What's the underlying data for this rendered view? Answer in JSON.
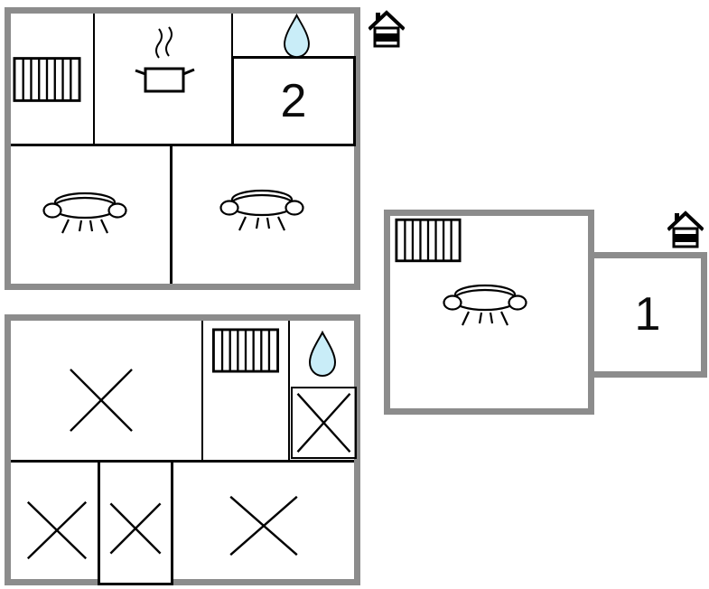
{
  "canvas": {
    "background": "#ffffff"
  },
  "colors": {
    "exterior_wall": "#8c8c8c",
    "interior_wall": "#000000",
    "water_drop_fill": "#c9edf8",
    "label_text": "#0b0b0b"
  },
  "plans": {
    "a": {
      "name": "floor-plan-a",
      "room2_label": "2",
      "icons": [
        "radiator-icon",
        "stove-icon",
        "water-drop-icon",
        "sofa-icon",
        "sofa-icon",
        "entrance-house-icon"
      ]
    },
    "b": {
      "name": "floor-plan-b",
      "icons": [
        "cross-icon",
        "radiator-icon",
        "water-drop-icon",
        "crossed-box-icon",
        "cross-icon",
        "cross-icon",
        "cross-icon"
      ]
    },
    "c": {
      "name": "floor-plan-c",
      "room1_label": "1",
      "icons": [
        "radiator-icon",
        "sofa-icon",
        "entrance-house-icon"
      ]
    }
  }
}
